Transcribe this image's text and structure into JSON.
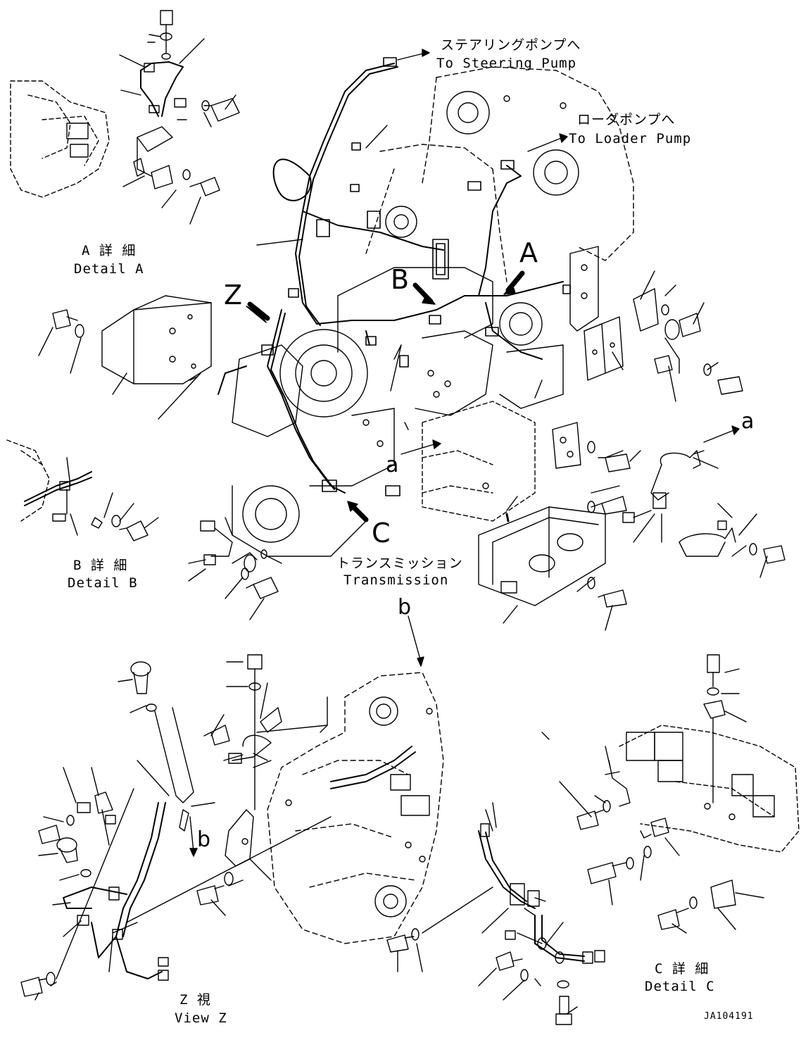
{
  "labels": {
    "to_steering_jp": "ステアリングポンプへ",
    "to_steering_en": "To Steering Pump",
    "to_loader_jp": "ローダポンプへ",
    "to_loader_en": "To Loader Pump",
    "detail_a_jp": "A 詳 細",
    "detail_a_en": "Detail A",
    "detail_b_jp": "B 詳 細",
    "detail_b_en": "Detail B",
    "detail_c_jp": "C 詳 細",
    "detail_c_en": "Detail C",
    "view_z_jp": "Z 視",
    "view_z_en": "View Z",
    "transmission_jp": "トランスミッション",
    "transmission_en": "Transmission",
    "drawing_code": "JA104191"
  },
  "callouts": {
    "A": "A",
    "B": "B",
    "C": "C",
    "Z": "Z",
    "a_top": "a",
    "a_mid": "a",
    "b_mid": "b",
    "b_bottom": "b"
  },
  "colors": {
    "ink": "#000000",
    "hidden_line": "#000000",
    "paper": "#ffffff"
  }
}
